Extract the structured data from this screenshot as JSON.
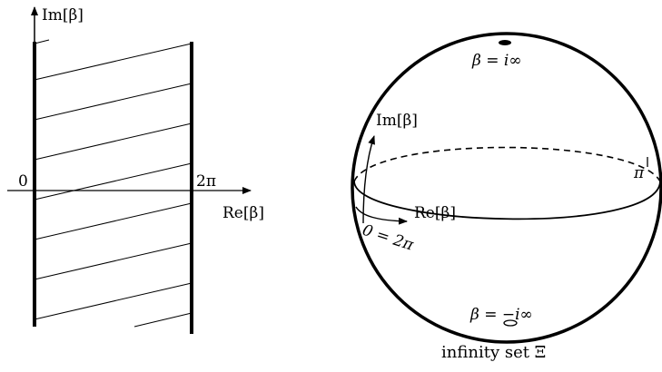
{
  "left_panel": {
    "axis_im_label": "Im[β]",
    "axis_re_label": "Re[β]",
    "origin_label": "0",
    "two_pi_label": "2π"
  },
  "right_panel": {
    "north_pole_label": "β = i∞",
    "south_pole_label": "β = −i∞",
    "im_label": "Im[β]",
    "re_label": "Re[β]",
    "zero_label": "0 = 2π",
    "pi_label": "π",
    "caption": "infinity set Ξ"
  }
}
